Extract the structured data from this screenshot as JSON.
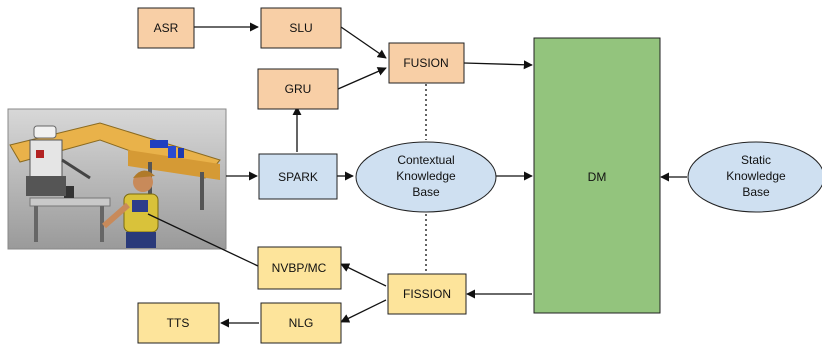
{
  "nodes": {
    "asr": "ASR",
    "slu": "SLU",
    "fusion": "FUSION",
    "gru": "GRU",
    "spark": "SPARK",
    "ckb": [
      "Contextual",
      "Knowledge",
      "Base"
    ],
    "dm": "DM",
    "skb": [
      "Static",
      "Knowledge",
      "Base"
    ],
    "nvbp": "NVBP/MC",
    "fission": "FISSION",
    "tts": "TTS",
    "nlg": "NLG"
  },
  "colors": {
    "orange_fill": "#f8cfa6",
    "yellow_fill": "#fde49b",
    "blue_fill": "#cfe0f1",
    "green_fill": "#93c47d",
    "stroke": "#222222"
  },
  "icons": {
    "scene": "robot-and-person-at-table-image"
  }
}
